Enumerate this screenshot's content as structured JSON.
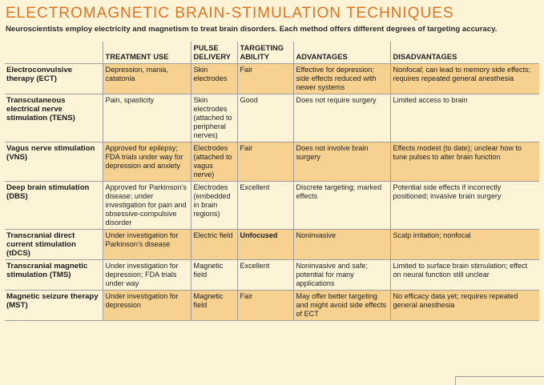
{
  "title": "ELECTROMAGNETIC BRAIN-STIMULATION TECHNIQUES",
  "subtitle": "Neuroscientists employ electricity and magnetism to treat brain disorders. Each method offers different degrees of targeting accuracy.",
  "headers": [
    "",
    "TREATMENT USE",
    "PULSE DELIVERY",
    "TARGETING ABILITY",
    "ADVANTAGES",
    "DISADVANTAGES"
  ],
  "rows": [
    {
      "name": "Electroconvulsive therapy (ECT)",
      "use": "Depression, mania, catatonia",
      "delivery": "Skin electrodes",
      "targeting": "Fair",
      "advantages": "Effective for depression; side effects reduced with newer systems",
      "disadvantages": "Nonfocal; can lead to memory side effects; requires repeated general anesthesia"
    },
    {
      "name": "Transcutaneous electrical nerve stimulation (TENS)",
      "use": "Pain, spasticity",
      "delivery": "Skin electrodes (attached to peripheral nerves)",
      "targeting": "Good",
      "advantages": "Does not require surgery",
      "disadvantages": "Limited access to brain"
    },
    {
      "name": "Vagus nerve stimulation (VNS)",
      "use": "Approved for epilepsy; FDA trials under way for depression and anxiety",
      "delivery": "Electrodes (attached to vagus nerve)",
      "targeting": "Fair",
      "advantages": "Does not involve brain surgery",
      "disadvantages": "Effects modest (to date); unclear how to tune pulses to alter brain function"
    },
    {
      "name": "Deep brain stimulation (DBS)",
      "use": "Approved for Parkinson’s disease; under investigation for pain and obsessive-compulsive disorder",
      "delivery": "Electrodes (embedded in brain regions)",
      "targeting": "Excellent",
      "advantages": "Discrete targeting; marked effects",
      "disadvantages": "Potential side effects if incorrectly positioned; invasive brain surgery"
    },
    {
      "name": "Transcranial direct current stimulation (tDCS)",
      "use": "Under investigation for Parkinson’s disease",
      "delivery": "Electric field",
      "targeting": "Unfocused",
      "advantages": "Noninvasive",
      "disadvantages": "Scalp irritation; nonfocal"
    },
    {
      "name": "Transcranial magnetic stimulation (TMS)",
      "use": "Under investigation for depression; FDA trials under way",
      "delivery": "Magnetic field",
      "targeting": "Excellent",
      "advantages": "Noninvasive and safe; potential for many applications",
      "disadvantages": "Limited to surface brain stimulation; effect on neural function still unclear"
    },
    {
      "name": "Magnetic seizure therapy (MST)",
      "use": "Under investigation for depression",
      "delivery": "Magnetic field",
      "targeting": "Fair",
      "advantages": "May offer better targeting and might avoid side effects of ECT",
      "disadvantages": "No efficacy data yet; requires repeated general anesthesia"
    }
  ],
  "colors": {
    "title": "#e2731f",
    "background": "#fdf3d7",
    "highlight": "#f6d18f",
    "rule": "#9e9e9e"
  }
}
